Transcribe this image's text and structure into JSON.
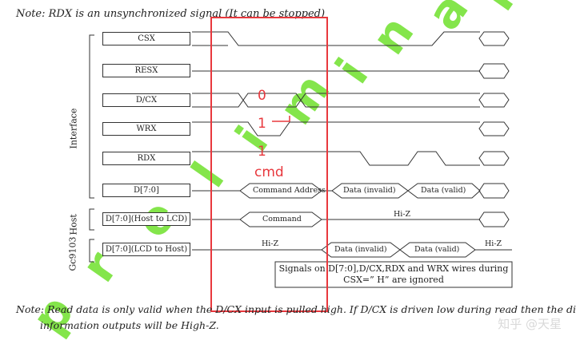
{
  "notes": {
    "top": "Note: RDX is an unsynchronized signal (It can be stopped)",
    "bottom_line1": "Note: Read data is only valid when the D/CX input is pulled high. If D/CX is driven low during read then the display",
    "bottom_line2": "information outputs will be High-Z."
  },
  "groups": {
    "interface": "Interface",
    "host": "Host",
    "device": "Gc9103"
  },
  "signals": [
    "CSX",
    "RESX",
    "D/CX",
    "WRX",
    "RDX",
    "D[7:0]",
    "D[7:0](Host to LCD)",
    "D[7:0](LCD to Host)"
  ],
  "bus_labels": {
    "command_address": "Command Address",
    "data_invalid_1": "Data (invalid)",
    "data_valid_1": "Data (valid)",
    "command": "Command",
    "hiz_host": "Hi-Z",
    "hiz_lcd_left": "Hi-Z",
    "data_invalid_2": "Data (invalid)",
    "data_valid_2": "Data (valid)",
    "hiz_lcd_right": "Hi-Z"
  },
  "signal_note": {
    "line1": "Signals on D[7:0],D/CX,RDX and WRX wires during",
    "line2": "CSX=” H” are ignored"
  },
  "annotations": [
    "0",
    "1",
    "1",
    "cmd"
  ],
  "watermark": "preliminary",
  "credit": "知乎 @天星",
  "colors": {
    "annotation": "#e8383d",
    "watermark": "#6fe12c",
    "line": "#333333"
  }
}
